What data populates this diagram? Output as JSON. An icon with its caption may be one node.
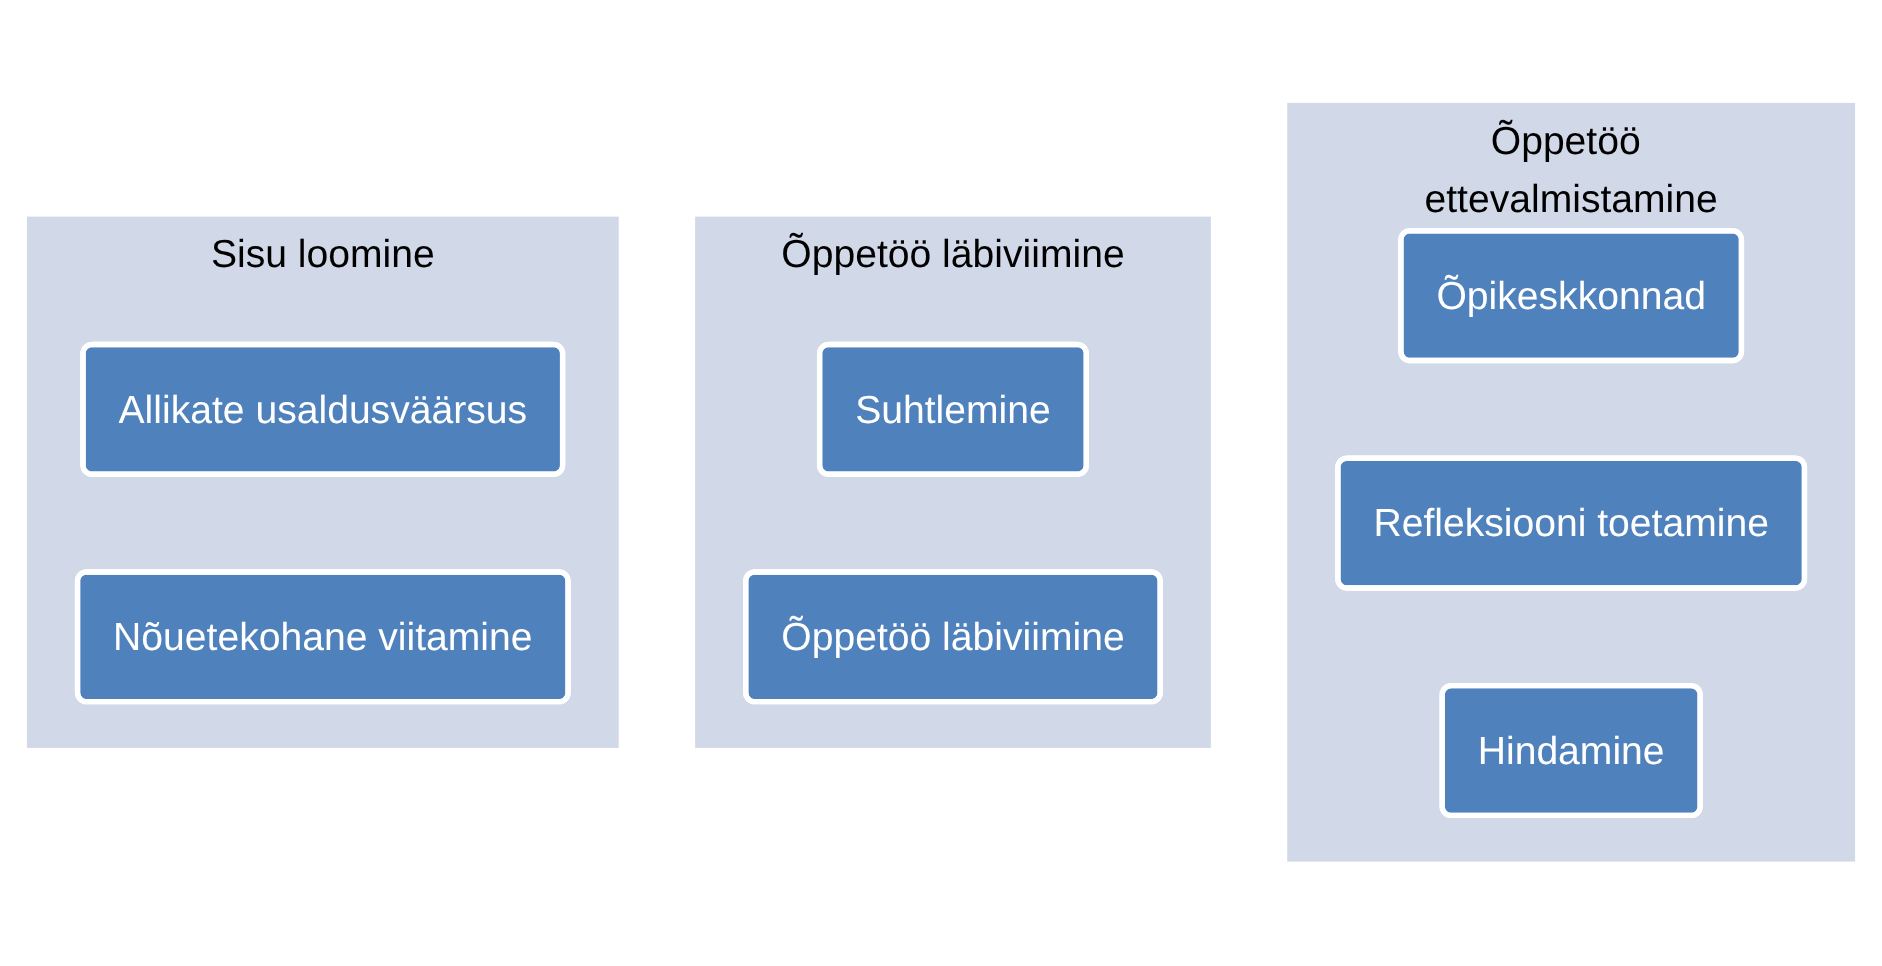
{
  "diagram": {
    "nodes": [
      {
        "text": [
          "Sisu loomine"
        ]
      },
      {
        "text": [
          "Allikate usaldusväärsus"
        ],
        "in": 0
      },
      {
        "text": [
          "Nõuetekohane viitamine"
        ],
        "in": 0
      },
      {
        "text": [
          "Õppetöö läbiviimine"
        ]
      },
      {
        "text": [
          "Suhtlemine"
        ],
        "in": 3
      },
      {
        "text": [
          "Õppetöö läbiviimine"
        ],
        "in": 3
      },
      {
        "text": [
          "Õppetöö ettevalmistamine"
        ]
      },
      {
        "text": [
          "Õpikeskkonnad"
        ],
        "in": 6
      },
      {
        "text": [
          "Refleksiooni toetamine"
        ],
        "in": 6
      },
      {
        "text": [
          "Hindamine"
        ],
        "in": 6
      }
    ]
  }
}
